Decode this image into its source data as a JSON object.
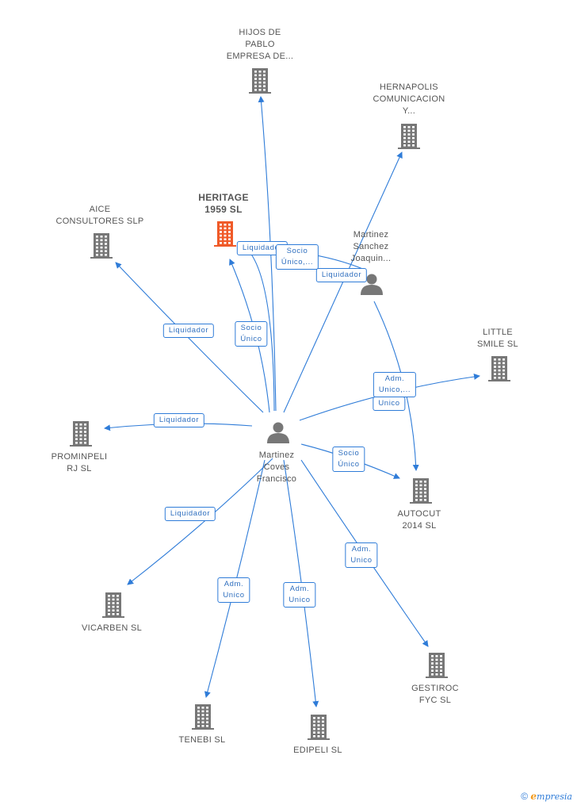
{
  "nodes": {
    "hijos": {
      "label": "HIJOS DE\nPABLO\nEMPRESA DE...",
      "type": "company",
      "color": "#777777"
    },
    "hernapolis": {
      "label": "HERNAPOLIS\nCOMUNICACION\nY...",
      "type": "company",
      "color": "#777777"
    },
    "heritage": {
      "label": "HERITAGE\n1959  SL",
      "type": "company",
      "color": "#f05a28"
    },
    "aice": {
      "label": "AICE\nCONSULTORES SLP",
      "type": "company",
      "color": "#777777"
    },
    "sanchez": {
      "label": "Martinez\nSanchez\nJoaquin...",
      "type": "person",
      "color": "#777777"
    },
    "little": {
      "label": "LITTLE\nSMILE SL",
      "type": "company",
      "color": "#777777"
    },
    "prominpeli": {
      "label": "PROMINPELI\nRJ SL",
      "type": "company",
      "color": "#777777"
    },
    "coves": {
      "label": "Martinez\nCoves\nFrancisco",
      "type": "person",
      "color": "#777777"
    },
    "autocut": {
      "label": "AUTOCUT\n2014  SL",
      "type": "company",
      "color": "#777777"
    },
    "vicarben": {
      "label": "VICARBEN SL",
      "type": "company",
      "color": "#777777"
    },
    "gestiroc": {
      "label": "GESTIROC\nFYC  SL",
      "type": "company",
      "color": "#777777"
    },
    "tenebi": {
      "label": "TENEBI SL",
      "type": "company",
      "color": "#777777"
    },
    "edipeli": {
      "label": "EDIPELI SL",
      "type": "company",
      "color": "#777777"
    }
  },
  "edges": [
    {
      "from": "coves",
      "to": "hijos",
      "label": ""
    },
    {
      "from": "coves",
      "to": "heritage",
      "label": "Socio\nÚnico"
    },
    {
      "from": "coves",
      "to": "aice",
      "label": "Liquidador"
    },
    {
      "from": "coves",
      "to": "prominpeli",
      "label": "Liquidador"
    },
    {
      "from": "coves",
      "to": "vicarben",
      "label": "Liquidador"
    },
    {
      "from": "coves",
      "to": "tenebi",
      "label": "Adm.\nUnico"
    },
    {
      "from": "coves",
      "to": "edipeli",
      "label": "Adm.\nUnico"
    },
    {
      "from": "coves",
      "to": "gestiroc",
      "label": "Adm.\nUnico"
    },
    {
      "from": "coves",
      "to": "autocut",
      "label": "Socio\nÚnico"
    },
    {
      "from": "coves",
      "to": "little",
      "label": "Unico"
    },
    {
      "from": "coves",
      "to": "heritage",
      "label": "Liquidador"
    },
    {
      "from": "sanchez",
      "to": "heritage",
      "label": "Socio\nÚnico,..."
    },
    {
      "from": "sanchez",
      "to": "hernapolis",
      "label": "Liquidador"
    },
    {
      "from": "sanchez",
      "to": "autocut",
      "label": "Adm.\nUnico,..."
    }
  ],
  "footer": {
    "copyright": "©",
    "brand_first": "e",
    "brand_rest": "mpresia"
  }
}
